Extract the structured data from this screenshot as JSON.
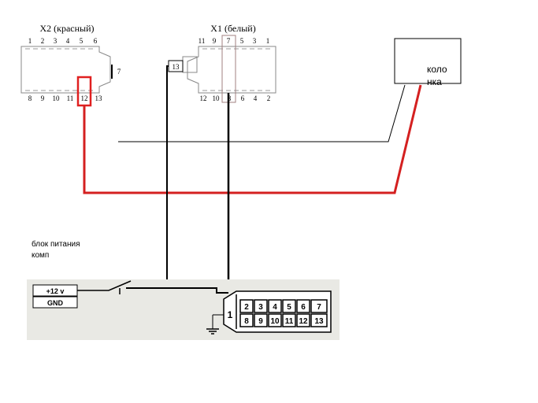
{
  "connector_x2": {
    "title": "X2 (красный)",
    "top_pins": [
      "1",
      "2",
      "3",
      "4",
      "5",
      "6"
    ],
    "bottom_pins": [
      "8",
      "9",
      "10",
      "11",
      "12",
      "13"
    ],
    "side_pin": "7",
    "highlighted_pin": "12",
    "highlight_color": "#e02020"
  },
  "connector_x1": {
    "title": "X1 (белый)",
    "top_pins": [
      "11",
      "9",
      "7",
      "5",
      "3",
      "1"
    ],
    "bottom_pins": [
      "12",
      "10",
      "8",
      "6",
      "4",
      "2"
    ],
    "side_pin": "13"
  },
  "speaker": {
    "label_line1": "коло",
    "label_line2": "нка"
  },
  "psu": {
    "label_line1": "блок питания",
    "label_line2": "комп"
  },
  "terminals": {
    "plus": "+12 v",
    "gnd": "GND"
  },
  "diag_connector": {
    "pin1": "1",
    "row_top": [
      "2",
      "3",
      "4",
      "5",
      "6",
      "7"
    ],
    "row_bottom": [
      "8",
      "9",
      "10",
      "11",
      "12",
      "13"
    ]
  },
  "wire_colors": {
    "red": "#d42020",
    "black": "#000000"
  }
}
